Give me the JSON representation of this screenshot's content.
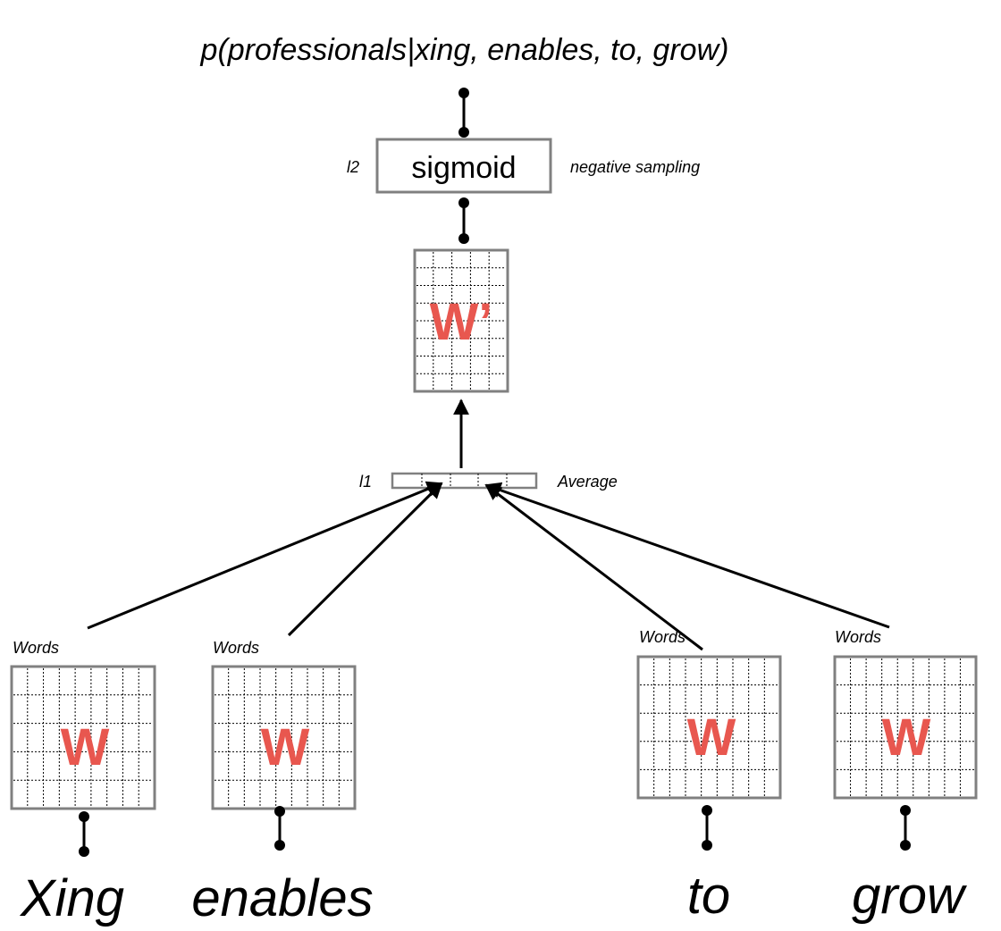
{
  "output_probability": "p(professionals|xing, enables, to, grow)",
  "output_layer": {
    "layer_label": "l2",
    "function": "sigmoid",
    "note": "negative sampling"
  },
  "output_matrix": {
    "label": "W’"
  },
  "hidden_layer": {
    "layer_label": "l1",
    "operation": "Average"
  },
  "inputs": [
    {
      "word": "Xing",
      "matrix_label": "W",
      "caption": "Words"
    },
    {
      "word": "enables",
      "matrix_label": "W",
      "caption": "Words"
    },
    {
      "word": "to",
      "matrix_label": "W",
      "caption": "Words"
    },
    {
      "word": "grow",
      "matrix_label": "W",
      "caption": "Words"
    }
  ],
  "colors": {
    "matrix_label": "#e8574f",
    "box_border": "#808080",
    "edge": "#000000"
  }
}
